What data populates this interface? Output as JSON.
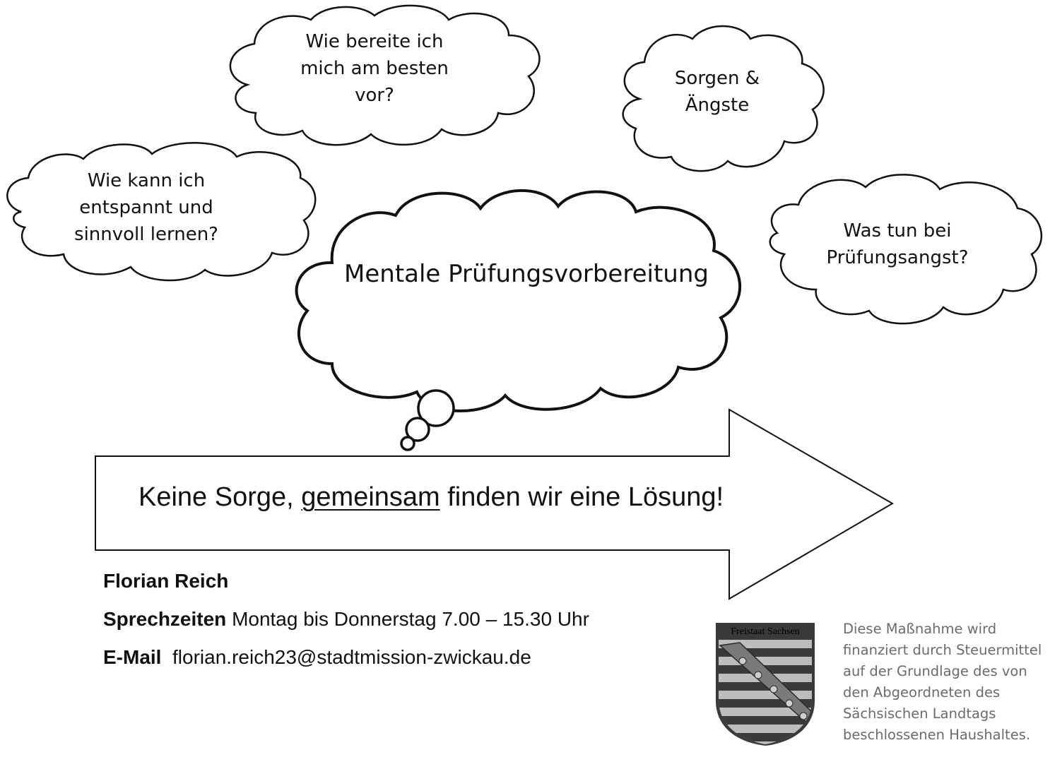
{
  "clouds": [
    {
      "lines": [
        "Wie bereite ich",
        "mich am besten",
        "vor?"
      ]
    },
    {
      "lines": [
        "Sorgen &",
        "Ängste"
      ]
    },
    {
      "lines": [
        "Wie kann ich",
        "entspannt und",
        "sinnvoll lernen?"
      ]
    },
    {
      "lines": [
        "Was tun bei",
        "Prüfungsangst?"
      ]
    }
  ],
  "main_cloud": {
    "text": "Mentale Prüfungsvorbereitung"
  },
  "arrow": {
    "text_before": "Keine Sorge, ",
    "text_underlined": "gemeinsam",
    "text_after": " finden wir eine Lösung!"
  },
  "contact": {
    "name": "Florian Reich",
    "hours_label": "Sprechzeiten",
    "hours_value": "Montag bis Donnerstag 7.00 – 15.30 Uhr",
    "email_label": "E-Mail",
    "email_value": "florian.reich23@stadtmission-zwickau.de"
  },
  "crest": {
    "label": "Freistaat Sachsen"
  },
  "funding": {
    "lines": [
      "Diese Maßnahme wird",
      "finanziert durch Steuermittel",
      "auf der Grundlage des von",
      "den Abgeordneten des",
      "Sächsischen Landtags",
      "beschlossenen Haushaltes."
    ]
  },
  "colors": {
    "ink": "#111111",
    "funding_text": "#6b6b6b",
    "crest_dark": "#3a3a3a",
    "crest_mid": "#7a7a7a",
    "crest_light": "#bdbdbd"
  }
}
